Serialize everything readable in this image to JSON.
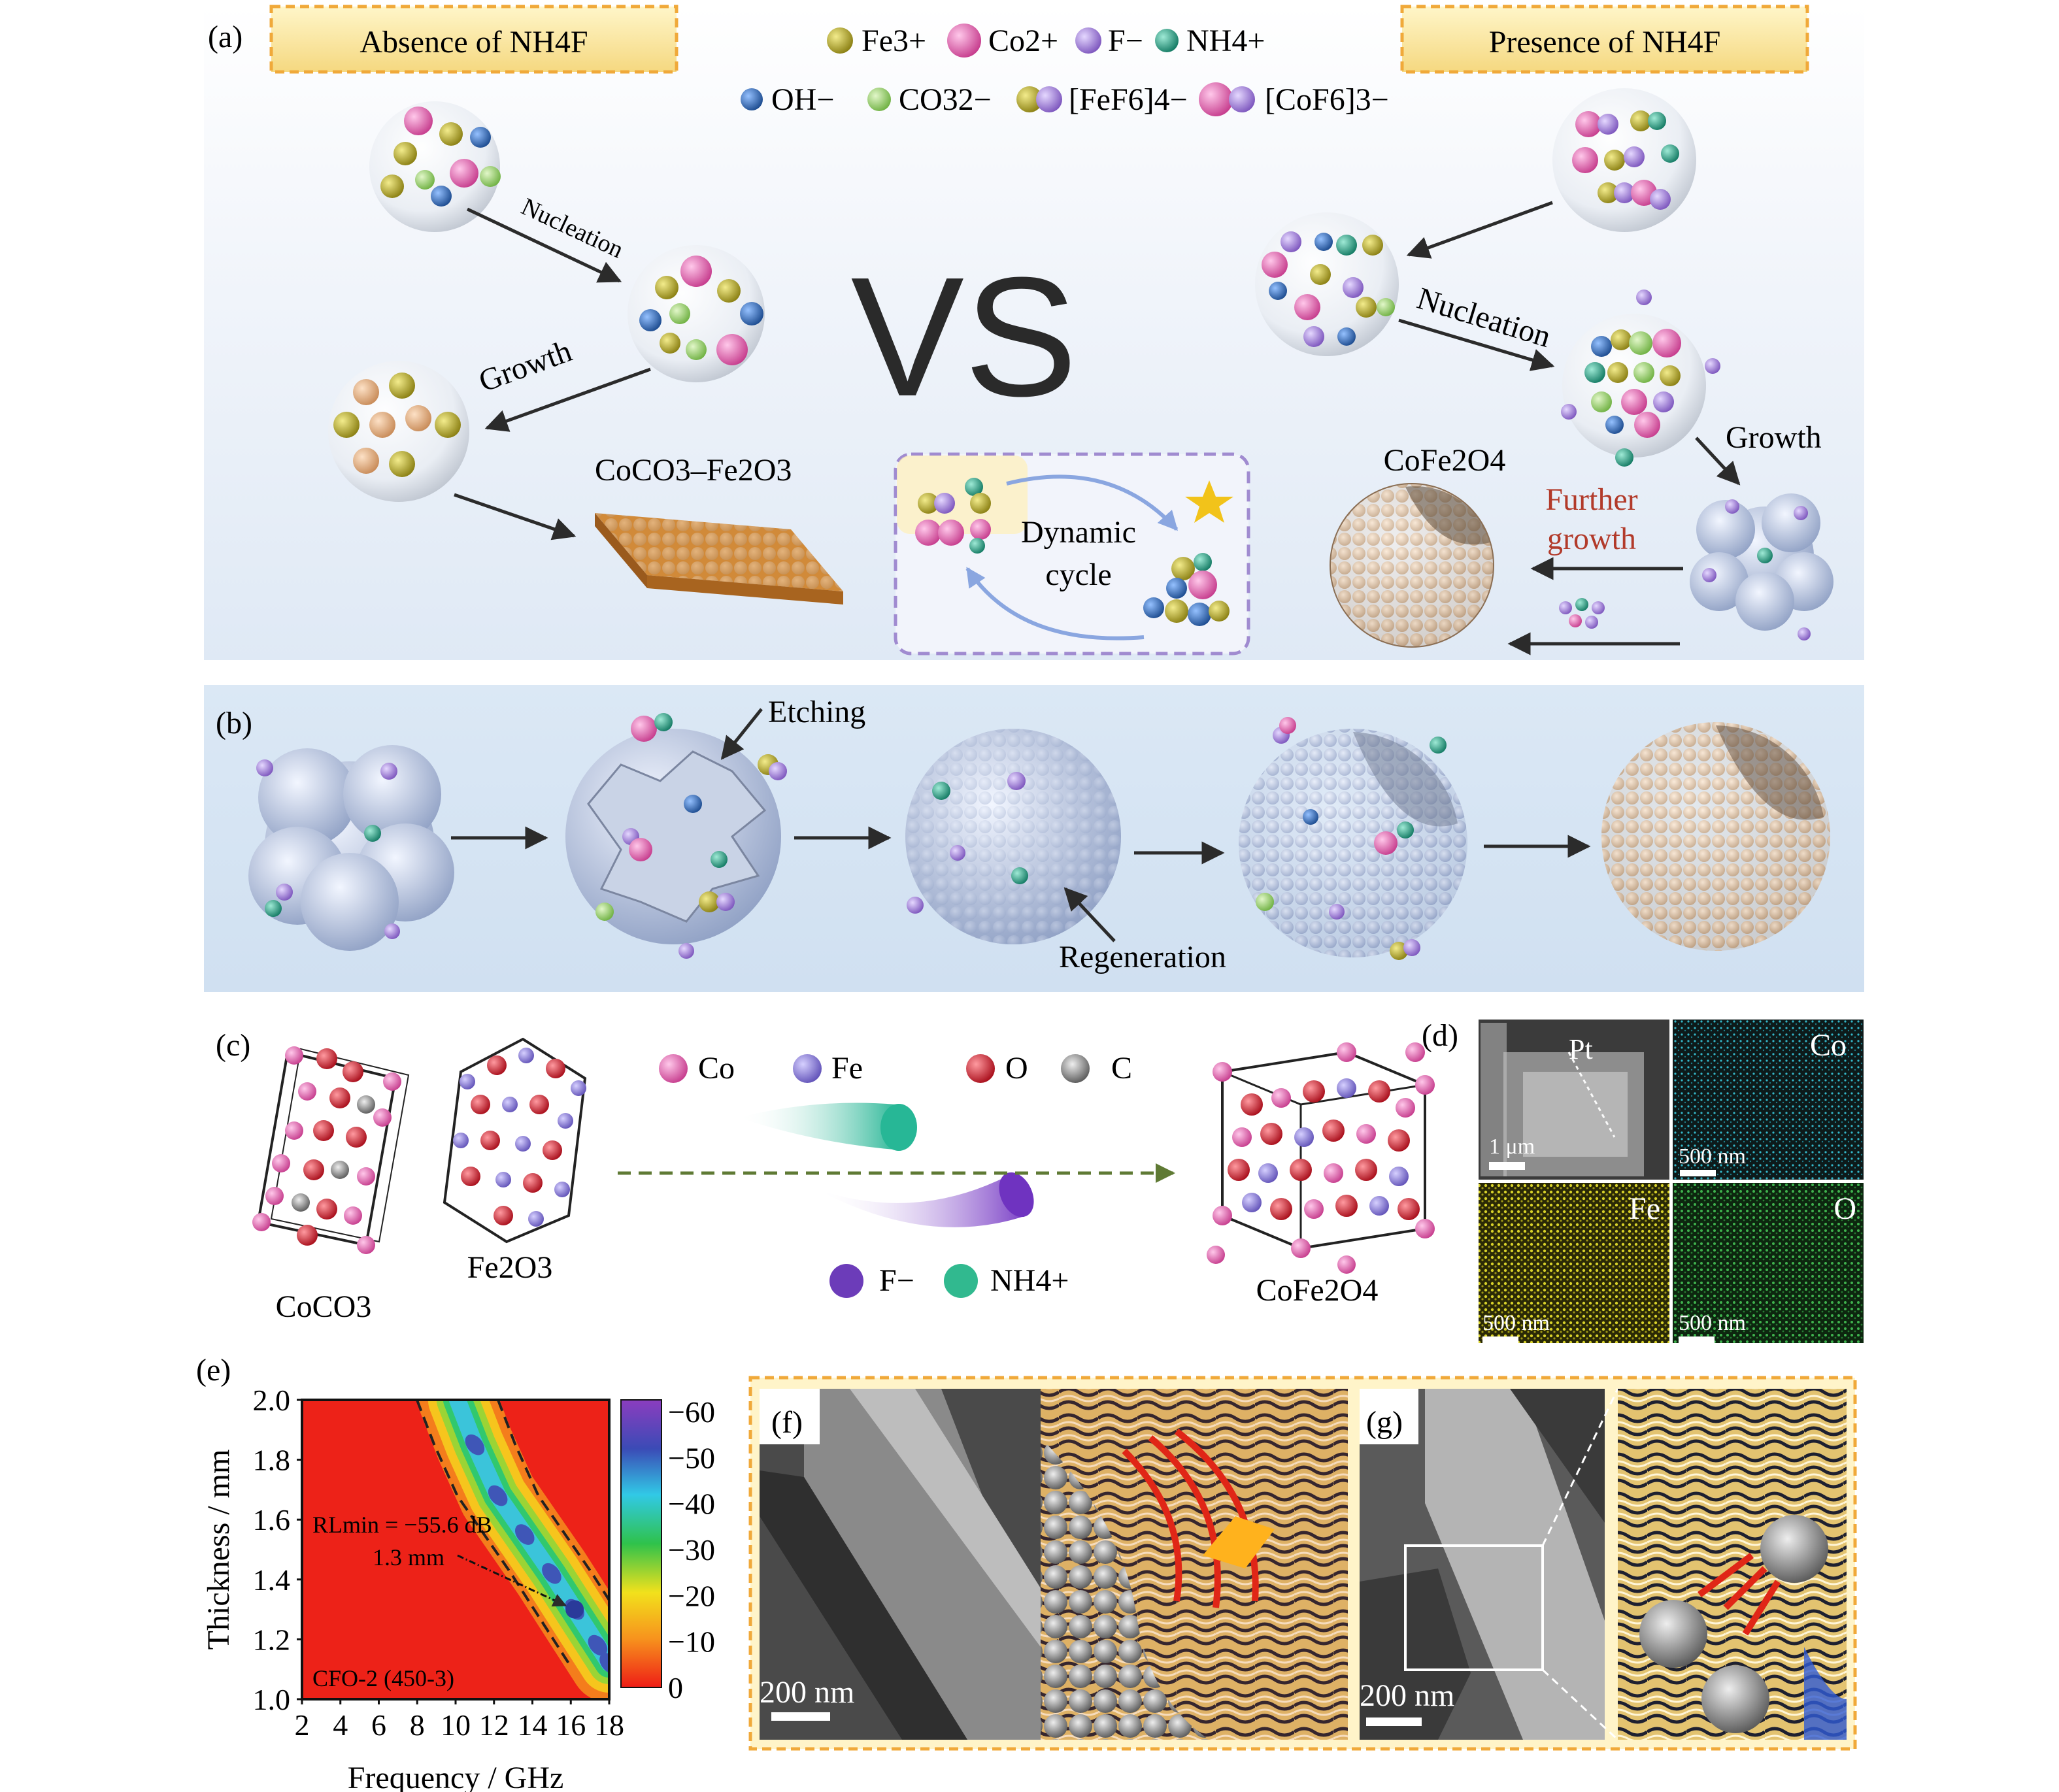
{
  "panel_a": {
    "label": "(a)",
    "absence_title": "Absence of NH4F",
    "presence_title": "Presence of NH4F",
    "legend": {
      "fe": "Fe3+",
      "co": "Co2+",
      "f": "F−",
      "nh4": "NH4+",
      "oh": "OH−",
      "co3": "CO32−",
      "fef6": "[FeF6]4−",
      "cof6": "[CoF6]3−"
    },
    "nucleation_left": "Nucleation",
    "growth_left": "Growth",
    "product_left": "CoCO3–Fe2O3",
    "vs": "VS",
    "dynamic_line1": "Dynamic",
    "dynamic_line2": "cycle",
    "nucleation_right": "Nucleation",
    "growth_right": "Growth",
    "product_right": "CoFe2O4",
    "further_line1": "Further",
    "further_line2": "growth"
  },
  "panel_b": {
    "label": "(b)",
    "etching": "Etching",
    "regeneration": "Regeneration"
  },
  "panel_c": {
    "label": "(c)",
    "legend": {
      "co": "Co",
      "fe": "Fe",
      "o": "O",
      "c": "C",
      "f": "F−",
      "nh4": "NH4+"
    },
    "cocO3": "CoCO3",
    "fe2o3": "Fe2O3",
    "cofe2o4": "CoFe2O4"
  },
  "panel_d": {
    "label": "(d)",
    "pt": "Pt",
    "scale_main": "1 μm",
    "co": "Co",
    "fe": "Fe",
    "o": "O",
    "scale_map": "500 nm"
  },
  "panel_e": {
    "label": "(e)",
    "rl_text": "RLmin = −55.6 dB",
    "thickness_text": "1.3 mm",
    "sample": "CFO-2 (450-3)"
  },
  "panel_f": {
    "label": "(f)",
    "scale": "200 nm"
  },
  "panel_g": {
    "label": "(g)",
    "scale": "200 nm"
  },
  "colors": {
    "fe": "#b7ab2a",
    "co": "#e06aae",
    "f": "#a98fdc",
    "nh4": "#27a58a",
    "oh": "#2e66b3",
    "co3": "#9fd17a",
    "red_text": "#b23a2a",
    "o": "#d7182a",
    "carbon": "#8a8a8a",
    "fe_c": "#8f83d8"
  },
  "chart_data": {
    "type": "heatmap",
    "title": "",
    "xlabel": "Frequency / GHz",
    "ylabel": "Thickness / mm",
    "xlim": [
      2,
      18
    ],
    "ylim": [
      1.0,
      2.0
    ],
    "xticks": [
      "2",
      "4",
      "6",
      "8",
      "10",
      "12",
      "14",
      "16",
      "18"
    ],
    "yticks": [
      "1.0",
      "1.2",
      "1.4",
      "1.6",
      "1.8",
      "2.0"
    ],
    "colorbar_ticks": [
      "−60",
      "−50",
      "−40",
      "−30",
      "−20",
      "−10",
      "0"
    ],
    "colorbar_range": [
      -60,
      0
    ],
    "min_point": {
      "frequency": 16.2,
      "thickness": 1.3,
      "rl": -55.6
    },
    "ridge": [
      {
        "frequency": 10.1,
        "thickness": 2.0
      },
      {
        "frequency": 11.0,
        "thickness": 1.85
      },
      {
        "frequency": 12.2,
        "thickness": 1.68
      },
      {
        "frequency": 13.6,
        "thickness": 1.55
      },
      {
        "frequency": 15.0,
        "thickness": 1.42
      },
      {
        "frequency": 16.2,
        "thickness": 1.3
      },
      {
        "frequency": 17.4,
        "thickness": 1.18
      },
      {
        "frequency": 18.0,
        "thickness": 1.12
      }
    ]
  }
}
